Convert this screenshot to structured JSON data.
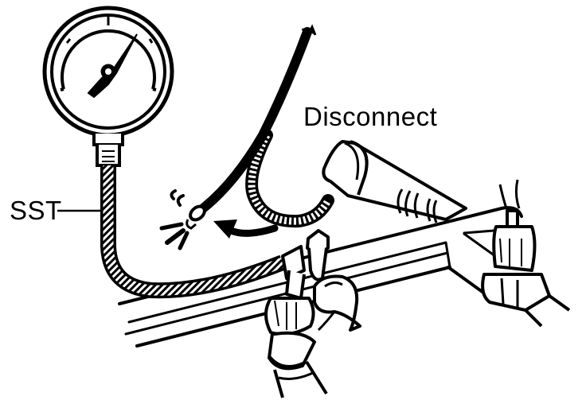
{
  "diagram": {
    "description": "Fuel pressure check: pressure gauge (SST) connected to fuel rail; fuel hose disconnected",
    "colors": {
      "ink": "#000000",
      "paper": "#ffffff"
    },
    "labels": {
      "disconnect": "Disconnect",
      "sst": "SST"
    },
    "parts": [
      {
        "id": "pressure-gauge",
        "name": "Pressure gauge"
      },
      {
        "id": "sst-hose",
        "name": "SST hose (braided)"
      },
      {
        "id": "disconnected-hose",
        "name": "Disconnected hose with fuel spray"
      },
      {
        "id": "disconnect-arrow",
        "name": "Arrow indicating disconnect direction"
      },
      {
        "id": "braided-line",
        "name": "Braided line to cold start injector"
      },
      {
        "id": "injector",
        "name": "Cold start injector"
      },
      {
        "id": "fuel-rail",
        "name": "Fuel rail / delivery pipe"
      },
      {
        "id": "union-bolt",
        "name": "Union bolt fitting"
      },
      {
        "id": "fuel-hoses",
        "name": "Fuel hoses with clamps"
      }
    ]
  }
}
